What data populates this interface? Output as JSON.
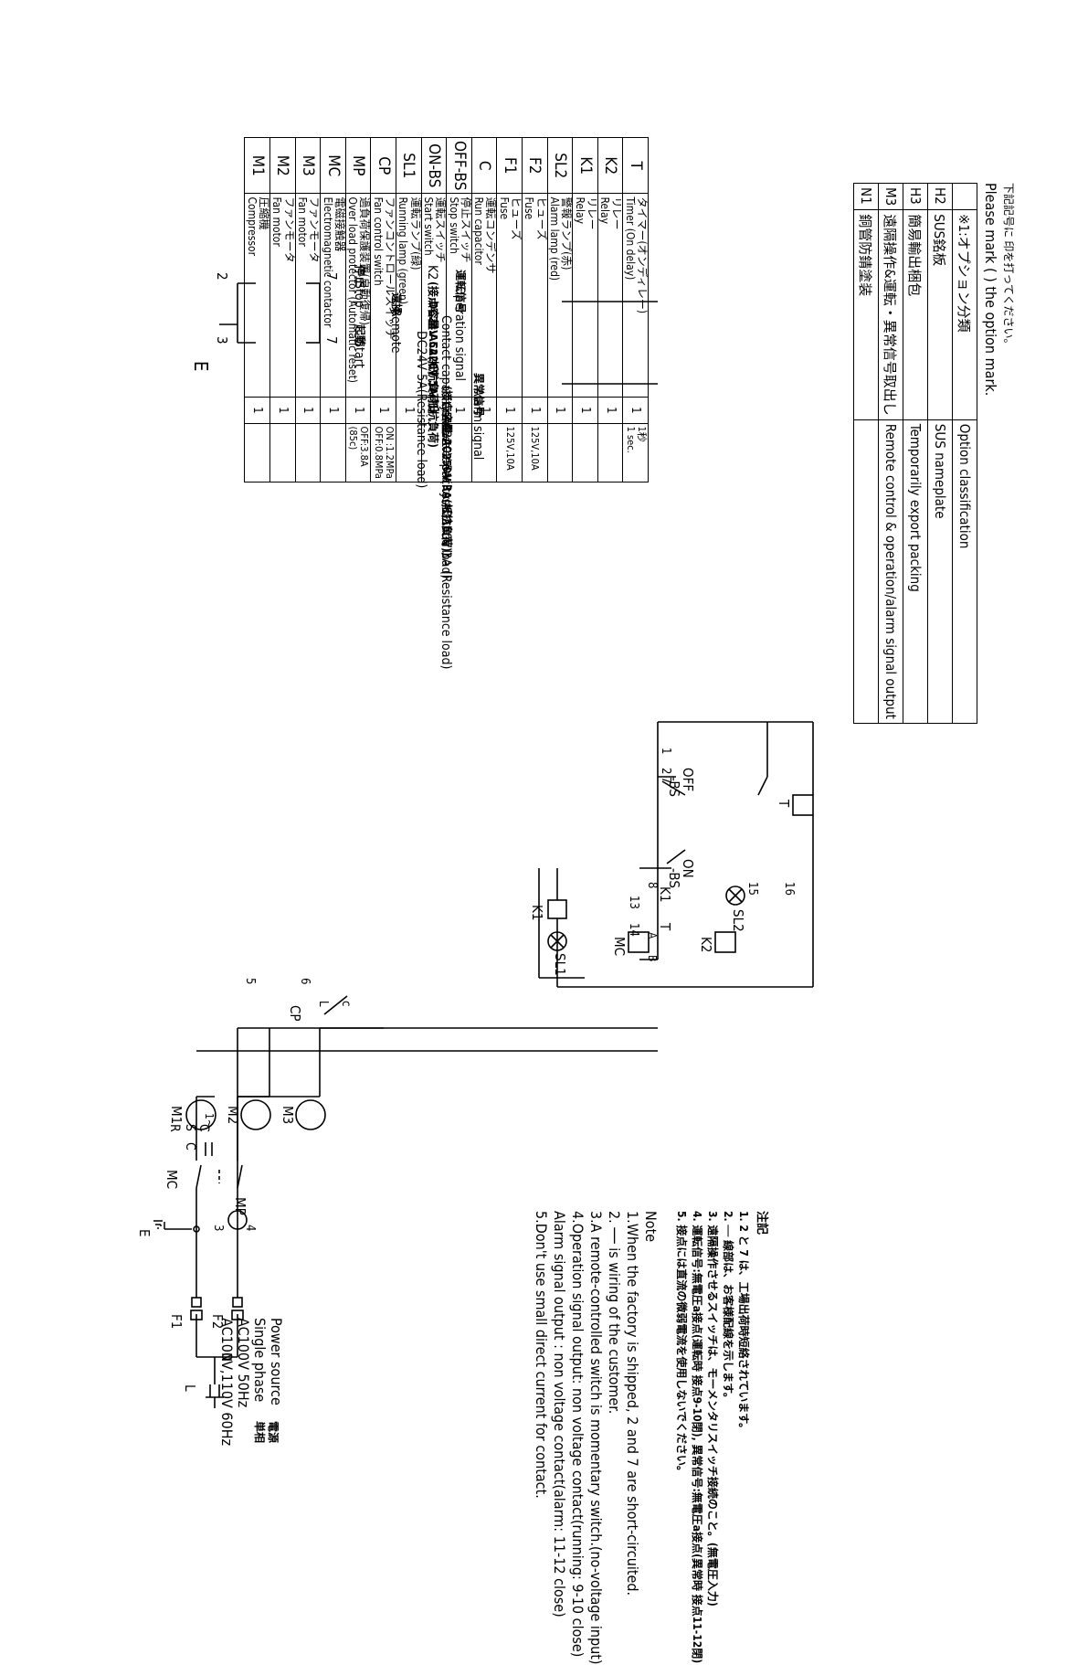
{
  "power": {
    "jp_label": "電源",
    "jp_phase": "単相",
    "title": "Power source",
    "phase": "Single phase",
    "v50": "AC100V 50Hz",
    "v60": "AC100V,110V 60Hz"
  },
  "terminals": {
    "L": "L",
    "N": "N",
    "E": "E",
    "F1": "F1",
    "F2": "F2",
    "R": "R",
    "S": "S",
    "C": "C"
  },
  "components": {
    "MP": "MP",
    "MC": "MC",
    "CP": "CP",
    "CP_tag": "P",
    "M1": "M1",
    "M2": "M2",
    "M3": "M3",
    "motor_phase": "1~",
    "K1": "K1",
    "K2": "K2",
    "T": "T",
    "SL1": "SL1",
    "SL2": "SL2",
    "OFF": "OFF",
    "ON": "ON",
    "BS": "-BS",
    "cap": "C",
    "L": "L",
    "c": "c",
    "E": "E",
    "A": "A",
    "B": "B"
  },
  "nodes": [
    "1",
    "2",
    "3",
    "4",
    "5",
    "6",
    "7",
    "8",
    "9",
    "10",
    "11",
    "12",
    "13",
    "14",
    "15",
    "16"
  ],
  "pins": {
    "n1": "1",
    "n2": "2",
    "n3": "3",
    "n4": "4",
    "n5": "5",
    "n7": "7",
    "n8": "8",
    "n9": "9",
    "n10": "10",
    "n11": "11",
    "n12": "12",
    "n13": "13",
    "n14": "14"
  },
  "remote": {
    "stop_jp": "停止",
    "stop": "Stop",
    "start_jp": "起動",
    "start": "Start",
    "remote_jp": "遠操",
    "remote": "Remote",
    "t2": "2",
    "t3": "3",
    "t7": "7",
    "e": "E"
  },
  "signals": {
    "op_jp": "運転信号",
    "op": "Operation signal",
    "alarm_jp": "異常信号",
    "alarm": "Alarm signal",
    "cap_jp1": "(接点容量:AC220V 5A(抵抗負荷)",
    "cap_jp2": ":DC24V  5A(抵抗負荷))",
    "cap1": "Contact capacity:AC220V 5A(Resistance load)",
    "cap2": "DC24V   5A(Resistance load)",
    "cap_jp3": "(接点容量:AC250V 3A(抵抗負荷))",
    "cap3": "Contact capacity:AC250V 3A (Resistance load)",
    "k2": "K2",
    "t": "T",
    "n5": "5",
    "n9": "9",
    "n10": "10",
    "n11": "11",
    "n12": "12"
  },
  "option": {
    "jp1": "下記記号に   印を打ってください。",
    "heading": "Please mark ( ) the option mark.",
    "rows": [
      {
        "c1": "※1:オプション分類",
        "c2": "Option classification",
        "code": ""
      },
      {
        "c1": "SUS銘板",
        "c2": "SUS nameplate",
        "code": "H2"
      },
      {
        "c1": "簡易輸出梱包",
        "c2": "Temporarily export packing",
        "code": "H3"
      },
      {
        "c1": "遠隔操作&運転・異常信号取出し",
        "c2": "Remote control & operation/alarm signal output",
        "code": "M3"
      },
      {
        "c1": "銅管防錆塗装",
        "c2": "",
        "code": "N1"
      }
    ]
  },
  "bom": [
    {
      "sym": "T",
      "jp": "タイマー(オンディレー)",
      "en": "Timer (On delay)",
      "qty": "1",
      "spec": "1秒",
      "spec2": "1 sec."
    },
    {
      "sym": "K2",
      "jp": "リレー",
      "en": "Relay",
      "qty": "1",
      "spec": "",
      "spec2": ""
    },
    {
      "sym": "K1",
      "jp": "リレー",
      "en": "Relay",
      "qty": "1",
      "spec": "",
      "spec2": ""
    },
    {
      "sym": "SL2",
      "jp": "警報ランプ(赤)",
      "en": "Alarm lamp (red)",
      "qty": "1",
      "spec": "",
      "spec2": ""
    },
    {
      "sym": "F2",
      "jp": "ヒューズ",
      "en": "Fuse",
      "qty": "1",
      "spec": "125V,10A",
      "spec2": ""
    },
    {
      "sym": "F1",
      "jp": "ヒューズ",
      "en": "Fuse",
      "qty": "1",
      "spec": "125V,10A",
      "spec2": ""
    },
    {
      "sym": "C",
      "jp": "運転コンデンサ",
      "en": "Run capacitor",
      "qty": "1",
      "spec": "",
      "spec2": ""
    },
    {
      "sym": "OFF-BS",
      "jp": "停止スイッチ",
      "en": "Stop switch",
      "qty": "1",
      "spec": "",
      "spec2": ""
    },
    {
      "sym": "ON-BS",
      "jp": "運転スイッチ",
      "en": "Start switch",
      "qty": "1",
      "spec": "",
      "spec2": ""
    },
    {
      "sym": "SL1",
      "jp": "運転ランプ(緑)",
      "en": "Running lamp (green)",
      "qty": "1",
      "spec": "",
      "spec2": ""
    },
    {
      "sym": "CP",
      "jp": "ファンコントロールスイッチ",
      "en": "Fan control switch",
      "qty": "1",
      "spec": "ON :1.2MPa",
      "spec2": "OFF:0.8MPa"
    },
    {
      "sym": "MP",
      "jp": "過負荷保護装置(自動復帰)",
      "en": "Over load protector (Automatic reset)",
      "qty": "1",
      "spec": "OFF:3.8A",
      "spec2": "(85c)"
    },
    {
      "sym": "MC",
      "jp": "電磁接触器",
      "en": "Electromagnetic contactor",
      "qty": "1",
      "spec": "",
      "spec2": ""
    },
    {
      "sym": "M3",
      "jp": "ファンモータ",
      "en": "Fan motor",
      "qty": "1",
      "spec": "",
      "spec2": ""
    },
    {
      "sym": "M2",
      "jp": "ファンモータ",
      "en": "Fan motor",
      "qty": "1",
      "spec": "",
      "spec2": ""
    },
    {
      "sym": "M1",
      "jp": "圧縮機",
      "en": "Compressor",
      "qty": "1",
      "spec": "",
      "spec2": ""
    }
  ],
  "notes_jp": {
    "title": "注記",
    "l1": "1. 2 と 7 は、工場出荷時短絡されています。",
    "l2": "2. ── 線部は、お客様配線を示します。",
    "l3": "3. 遠隔操作させるスイッチは、モーメンタリスイッチ接続のこと。(無電圧入力)",
    "l4": "4. 運転信号:無電圧a接点(運転時 接点9-10閉), 異常信号:無電圧a接点(異常時 接点11-12閉)",
    "l5": "5. 接点には直流の微弱電流を使用しないでください。"
  },
  "notes": {
    "title": "Note",
    "l1": "1.When the factory is shipped, 2 and 7 are short-circuited.",
    "l2": "2.  ──  is wiring of the customer.",
    "l3": "3.A remote-controlled switch is momentary switch.(no-voltage input)",
    "l4": "4.Operation signal output: non voltage contact(running: 9-10 close)",
    "l5": "   Alarm signal output   : non voltage contact(alarm: 11-12 close)",
    "l6": "5.Don't use small direct current for contact."
  }
}
